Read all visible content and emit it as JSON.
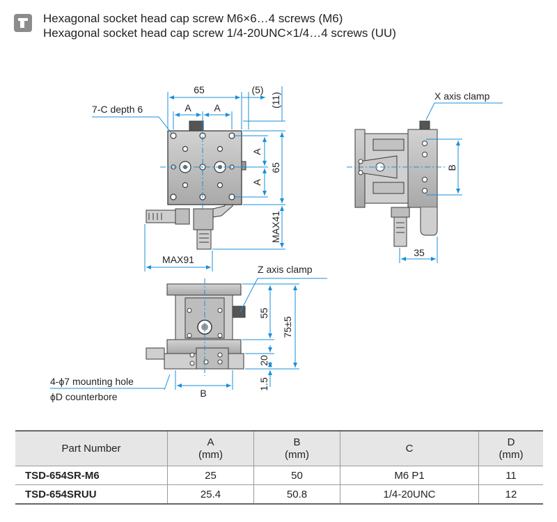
{
  "header": {
    "icon": "screw-icon",
    "lines": [
      "Hexagonal socket head cap screw M6×6…4 screws (M6)",
      "Hexagonal socket head cap screw 1/4-20UNC×1/4…4 screws (UU)"
    ]
  },
  "drawing": {
    "callouts": {
      "tapped_holes": "7-C depth 6",
      "x_clamp": "X axis clamp",
      "z_clamp": "Z axis clamp",
      "mounting_hole": "4-ϕ7 mounting hole",
      "counterbore": "ϕD counterbore"
    },
    "dimensions": {
      "width": "65",
      "offset": "(5)",
      "offset2": "(11)",
      "a": "A",
      "height": "65",
      "max41": "MAX41",
      "max91": "MAX91",
      "b": "B",
      "side_depth": "35",
      "h55": "55",
      "h75": "75±5",
      "h20": "20",
      "h15": "1.5"
    },
    "colors": {
      "line": "#3a3a3a",
      "dimension": "#1a8fd8",
      "body": "#bdbdbd",
      "body_dark": "#5a5a5a"
    }
  },
  "table": {
    "headers": [
      {
        "line1": "Part Number",
        "line2": ""
      },
      {
        "line1": "A",
        "line2": "(mm)"
      },
      {
        "line1": "B",
        "line2": "(mm)"
      },
      {
        "line1": "C",
        "line2": ""
      },
      {
        "line1": "D",
        "line2": "(mm)"
      }
    ],
    "rows": [
      [
        "TSD-654SR-M6",
        "25",
        "50",
        "M6 P1",
        "11"
      ],
      [
        "TSD-654SRUU",
        "25.4",
        "50.8",
        "1/4-20UNC",
        "12"
      ]
    ]
  }
}
